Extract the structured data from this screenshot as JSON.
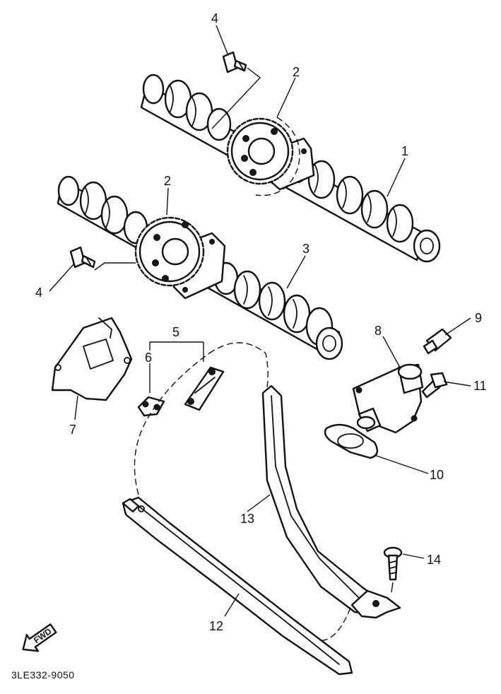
{
  "diagram": {
    "part_code": "3LE332-9050",
    "forward_indicator": "FWD",
    "callouts": [
      {
        "id": "1",
        "text": "1"
      },
      {
        "id": "2a",
        "text": "2"
      },
      {
        "id": "2b",
        "text": "2"
      },
      {
        "id": "3",
        "text": "3"
      },
      {
        "id": "4a",
        "text": "4"
      },
      {
        "id": "4b",
        "text": "4"
      },
      {
        "id": "5",
        "text": "5"
      },
      {
        "id": "6",
        "text": "6"
      },
      {
        "id": "7",
        "text": "7"
      },
      {
        "id": "8",
        "text": "8"
      },
      {
        "id": "9",
        "text": "9"
      },
      {
        "id": "10",
        "text": "10"
      },
      {
        "id": "11",
        "text": "11"
      },
      {
        "id": "12",
        "text": "12"
      },
      {
        "id": "13",
        "text": "13"
      },
      {
        "id": "14",
        "text": "14"
      }
    ]
  }
}
